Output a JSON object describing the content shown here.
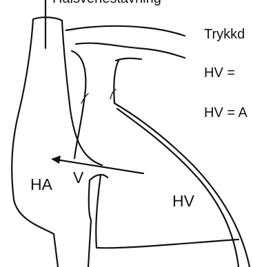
{
  "top_label": "Halsvenestavning",
  "side_text": [
    "Trykkd",
    "HV = ",
    "HV = A"
  ],
  "labels": {
    "ha": "HA",
    "v": "V",
    "hv": "HV"
  },
  "colors": {
    "ink": "#111111",
    "background": "#ffffff"
  }
}
